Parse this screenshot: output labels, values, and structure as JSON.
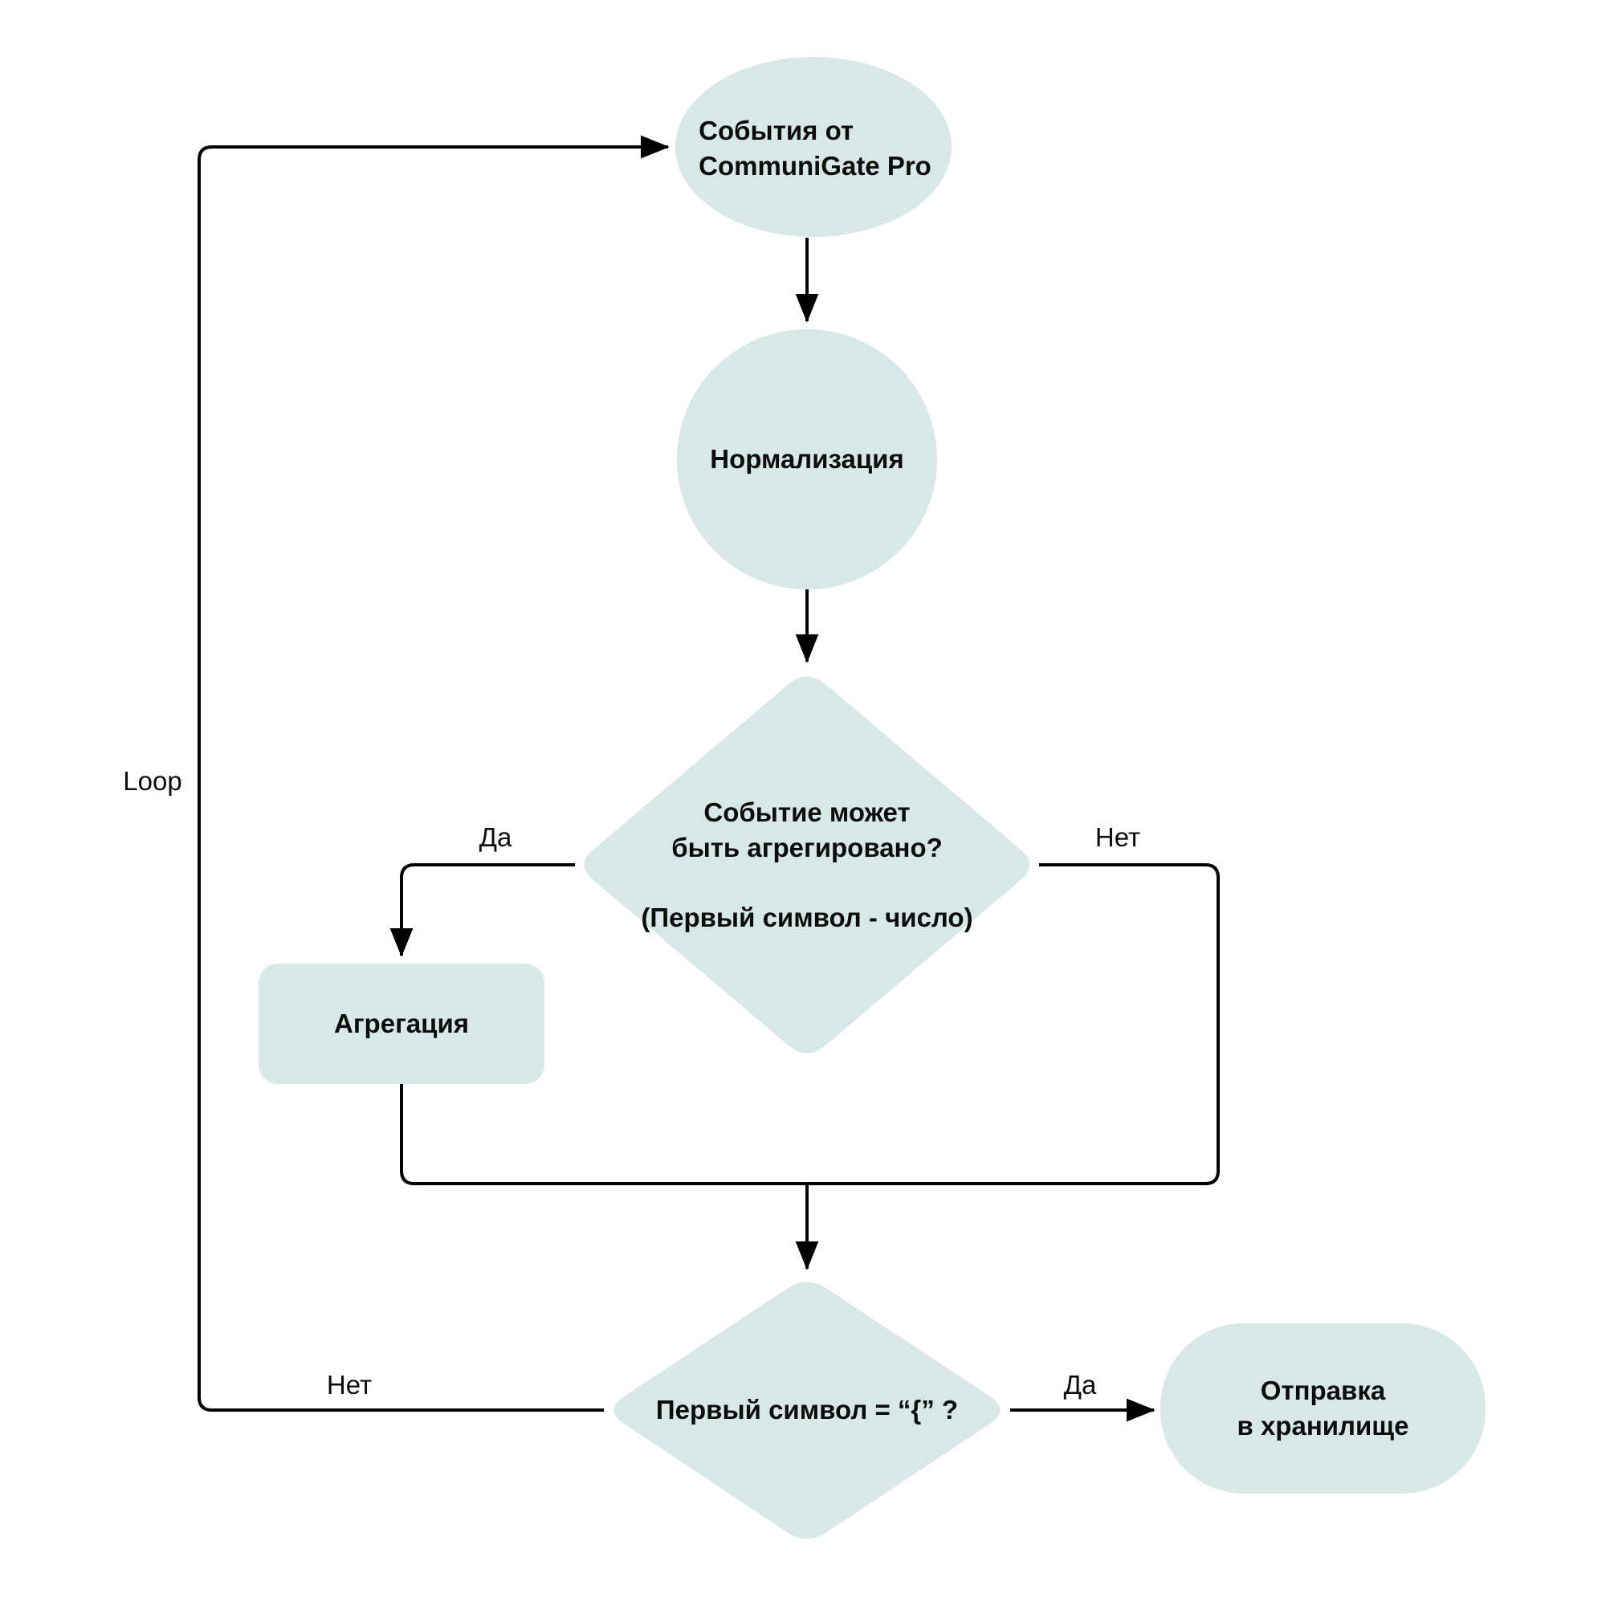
{
  "diagram": {
    "title": "CommuniGate Pro event processing flowchart",
    "colors": {
      "background": "#ffffff",
      "shape_fill": "#d7e8e7",
      "line_color": "#000000",
      "text_color": "#0c0c0c"
    },
    "nodes": {
      "start": {
        "line1": "События от",
        "line2": "CommuniGate Pro"
      },
      "normalization": {
        "label": "Нормализация"
      },
      "aggregation_check": {
        "question_line1": "Событие может",
        "question_line2": "быть агрегировано?",
        "note": "(Первый символ - число)"
      },
      "aggregation": {
        "label": "Агрегация"
      },
      "first_char_check": {
        "label": "Первый символ = “{” ?"
      },
      "storage": {
        "line1": "Отправка",
        "line2": "в хранилище"
      }
    },
    "edge_labels": {
      "loop": "Loop",
      "aggregation_yes": "Да",
      "aggregation_no": "Нет",
      "first_char_no": "Нет",
      "first_char_yes": "Да"
    }
  }
}
